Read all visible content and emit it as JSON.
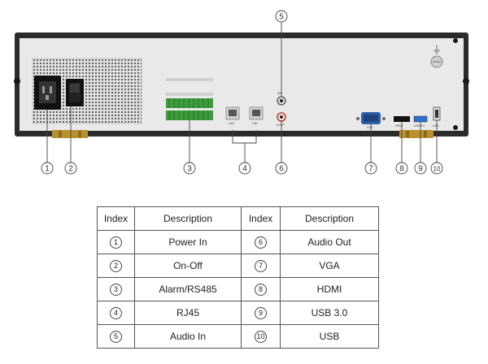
{
  "callouts": [
    "1",
    "2",
    "3",
    "4",
    "5",
    "6",
    "7",
    "8",
    "9",
    "10"
  ],
  "panel_labels": {
    "lan1": "LAN",
    "lan2": "LAN",
    "audio_in": "MIC",
    "audio_out": "AOUT",
    "vga": "VGA",
    "hdmi": "HDMI",
    "usb3": "USB 3.0",
    "usb": "USB"
  },
  "table": {
    "headers": [
      "Index",
      "Description",
      "Index",
      "Description"
    ],
    "rows": [
      {
        "idx_a": "1",
        "desc_a": "Power In",
        "idx_b": "6",
        "desc_b": "Audio Out"
      },
      {
        "idx_a": "2",
        "desc_a": "On-Off",
        "idx_b": "7",
        "desc_b": "VGA"
      },
      {
        "idx_a": "3",
        "desc_a": "Alarm/RS485",
        "idx_b": "8",
        "desc_b": "HDMI"
      },
      {
        "idx_a": "4",
        "desc_a": "RJ45",
        "idx_b": "9",
        "desc_b": "USB 3.0"
      },
      {
        "idx_a": "5",
        "desc_a": "Audio In",
        "idx_b": "10",
        "desc_b": "USB"
      }
    ]
  },
  "colors": {
    "chassis": "#2b2b2b",
    "panel": "#e9e9e9",
    "terminal_green": "#3d9b3d",
    "vga_blue": "#2e5fa8",
    "usb_blue": "#2c6fd1",
    "foot_gold": "#b8912e"
  }
}
